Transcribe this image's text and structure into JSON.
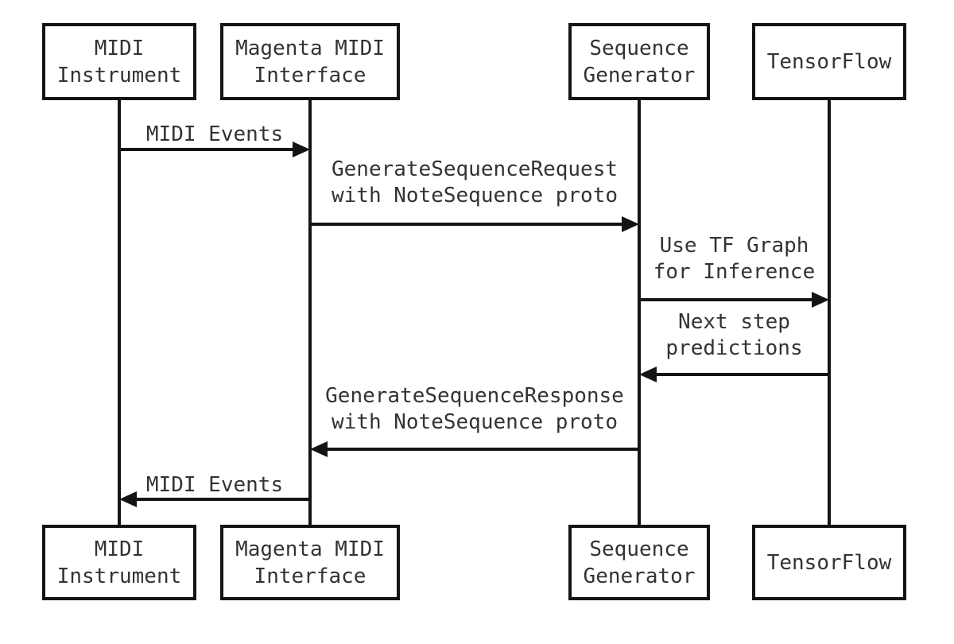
{
  "diagram": {
    "type": "sequence-diagram",
    "participants": [
      {
        "id": "midi-instrument",
        "label": "MIDI Instrument"
      },
      {
        "id": "magenta-midi-interface",
        "label": "Magenta MIDI Interface"
      },
      {
        "id": "sequence-generator",
        "label": "Sequence Generator"
      },
      {
        "id": "tensorflow",
        "label": "TensorFlow"
      }
    ],
    "messages": [
      {
        "from": "midi-instrument",
        "to": "magenta-midi-interface",
        "direction": "right",
        "lines": [
          "MIDI Events"
        ]
      },
      {
        "from": "magenta-midi-interface",
        "to": "sequence-generator",
        "direction": "right",
        "lines": [
          "GenerateSequenceRequest",
          "with NoteSequence proto"
        ]
      },
      {
        "from": "sequence-generator",
        "to": "tensorflow",
        "direction": "right",
        "lines": [
          "Use TF Graph",
          "for Inference"
        ]
      },
      {
        "from": "tensorflow",
        "to": "sequence-generator",
        "direction": "left",
        "lines": [
          "Next step",
          "predictions"
        ]
      },
      {
        "from": "sequence-generator",
        "to": "magenta-midi-interface",
        "direction": "left",
        "lines": [
          "GenerateSequenceResponse",
          "with NoteSequence proto"
        ]
      },
      {
        "from": "magenta-midi-interface",
        "to": "midi-instrument",
        "direction": "left",
        "lines": [
          "MIDI Events"
        ]
      }
    ],
    "colors": {
      "line": "#141414",
      "text": "#333333",
      "background": "#ffffff"
    }
  }
}
